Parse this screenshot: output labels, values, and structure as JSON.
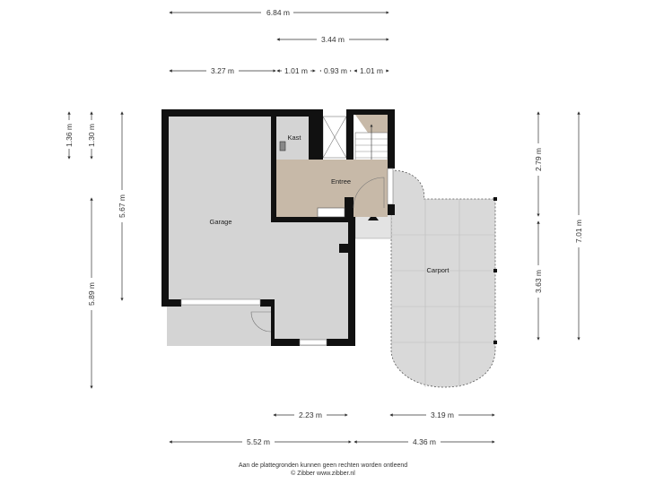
{
  "rooms": {
    "garage": "Garage",
    "kast": "Kast",
    "entree": "Entree",
    "carport": "Carport"
  },
  "dimensions": {
    "top_total": "6.84 m",
    "top_right": "3.44 m",
    "top_a": "3.27 m",
    "top_b": "1.01 m",
    "top_c": "0.93 m",
    "top_d": "1.01 m",
    "left_136": "1.36 m",
    "left_130": "1.30 m",
    "left_567": "5.67 m",
    "left_589": "5.89 m",
    "right_279": "2.79 m",
    "right_701": "7.01 m",
    "right_363": "3.63 m",
    "bottom_223": "2.23 m",
    "bottom_319": "3.19 m",
    "bottom_552": "5.52 m",
    "bottom_436": "4.36 m"
  },
  "footer": {
    "disclaimer": "Aan de plattegronden kunnen geen rechten worden ontleend",
    "copyright": "© Zibber www.zibber.nl"
  },
  "colors": {
    "wall": "#111111",
    "floor": "#d4d4d4",
    "entree_floor": "#c7b9a8",
    "carport_floor": "#d9d9d9"
  }
}
